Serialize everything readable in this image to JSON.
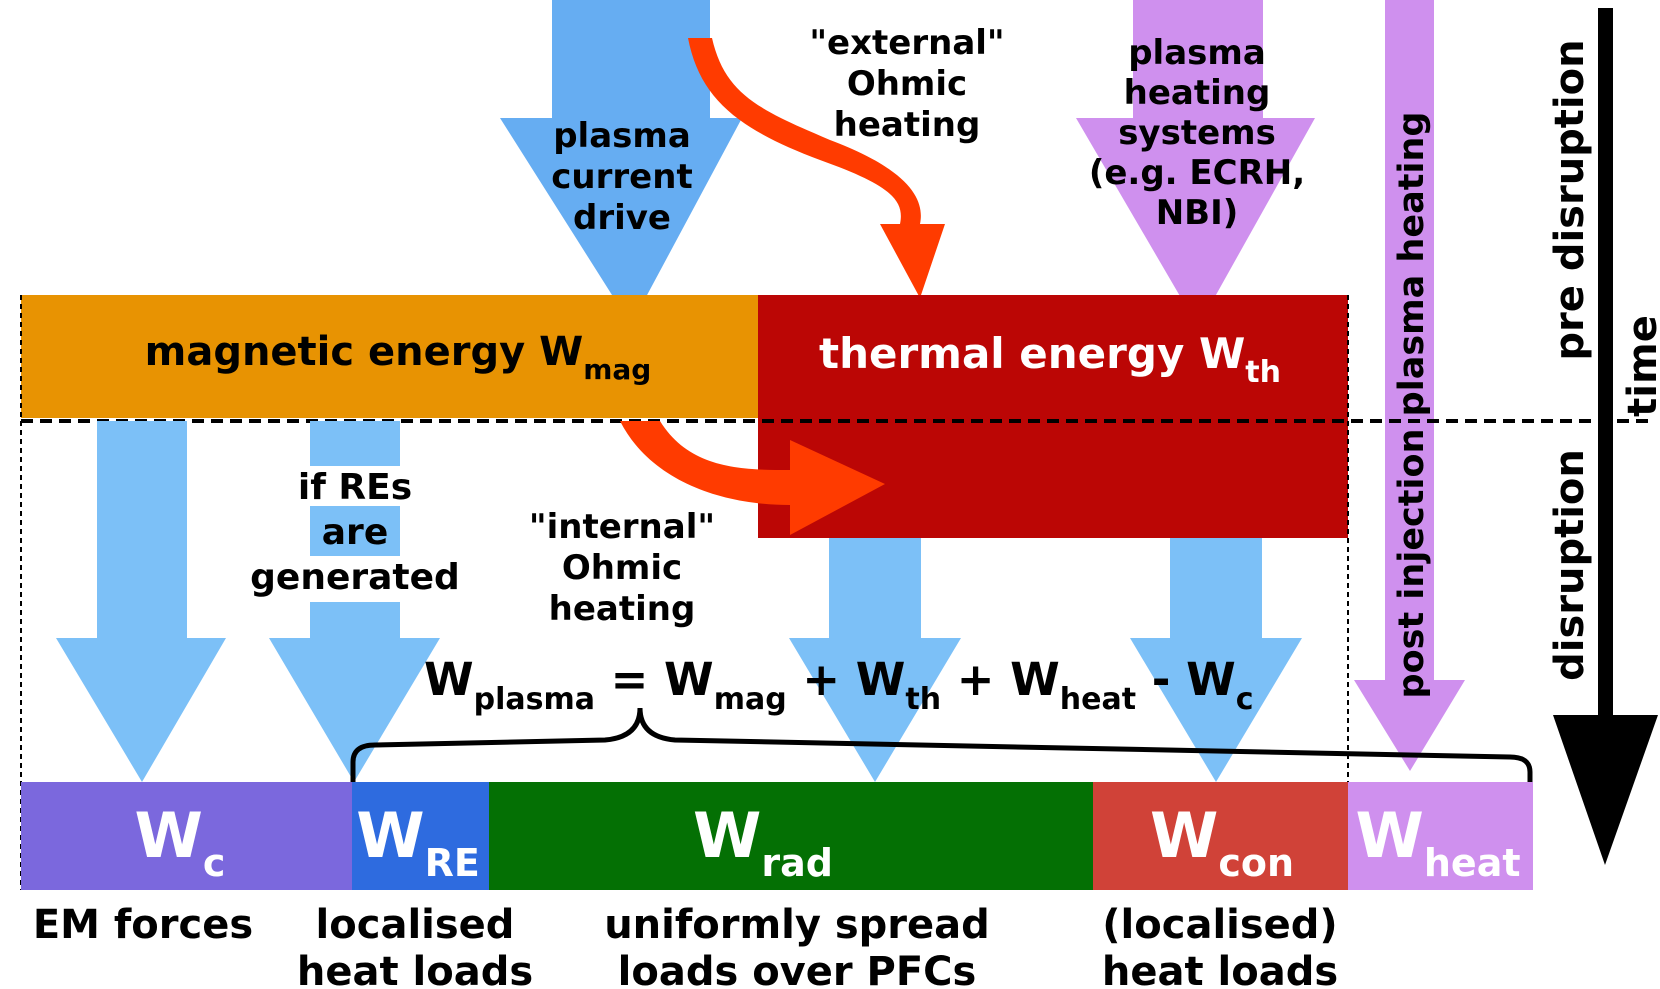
{
  "inputs": {
    "current_drive": [
      "plasma",
      "current",
      "drive"
    ],
    "external_ohmic": [
      "\"external\"",
      "Ohmic",
      "heating"
    ],
    "heating_systems": [
      "plasma",
      "heating",
      "systems",
      "(e.g. ECRH,",
      "NBI)"
    ],
    "post_injection": "post injection  plasma heating"
  },
  "energies": {
    "magnetic": {
      "label": "magnetic energy W",
      "sub": "mag"
    },
    "thermal": {
      "label": "thermal energy W",
      "sub": "th"
    }
  },
  "runaway_note": [
    "if REs",
    "are",
    "generated"
  ],
  "internal_ohmic": [
    "\"internal\"",
    "Ohmic",
    "heating"
  ],
  "equation": {
    "W": "W",
    "plasma_sub": "plasma",
    "eq": "=",
    "mag_sub": "mag",
    "plus": "+",
    "th_sub": "th",
    "heat_sub": "heat",
    "minus": "-",
    "c_sub": "c"
  },
  "sinks": [
    {
      "W": "W",
      "sub": "c",
      "desc": [
        "EM forces"
      ],
      "color": "#7b68dd"
    },
    {
      "W": "W",
      "sub": "RE",
      "desc": [
        "localised",
        "heat loads"
      ],
      "color": "#2e6bdf"
    },
    {
      "W": "W",
      "sub": "rad",
      "desc": [
        "uniformly spread",
        "loads over PFCs"
      ],
      "color": "#047004"
    },
    {
      "W": "W",
      "sub": "con",
      "desc": [
        "(localised)",
        "heat loads"
      ],
      "color": "#d04238"
    },
    {
      "W": "W",
      "sub": "heat",
      "desc": [],
      "color": "#cf90ee"
    }
  ],
  "phases": {
    "pre": "pre disruption",
    "disruption": "disruption",
    "time": "time"
  },
  "colors": {
    "magnetic": "#e89302",
    "thermal": "#bb0605",
    "blue_arrow": "#66adf2",
    "light_blue_arrow": "#7cc0f7",
    "ohmic_arrow": "#ff3b00",
    "purple_arrow": "#cf90ee"
  }
}
